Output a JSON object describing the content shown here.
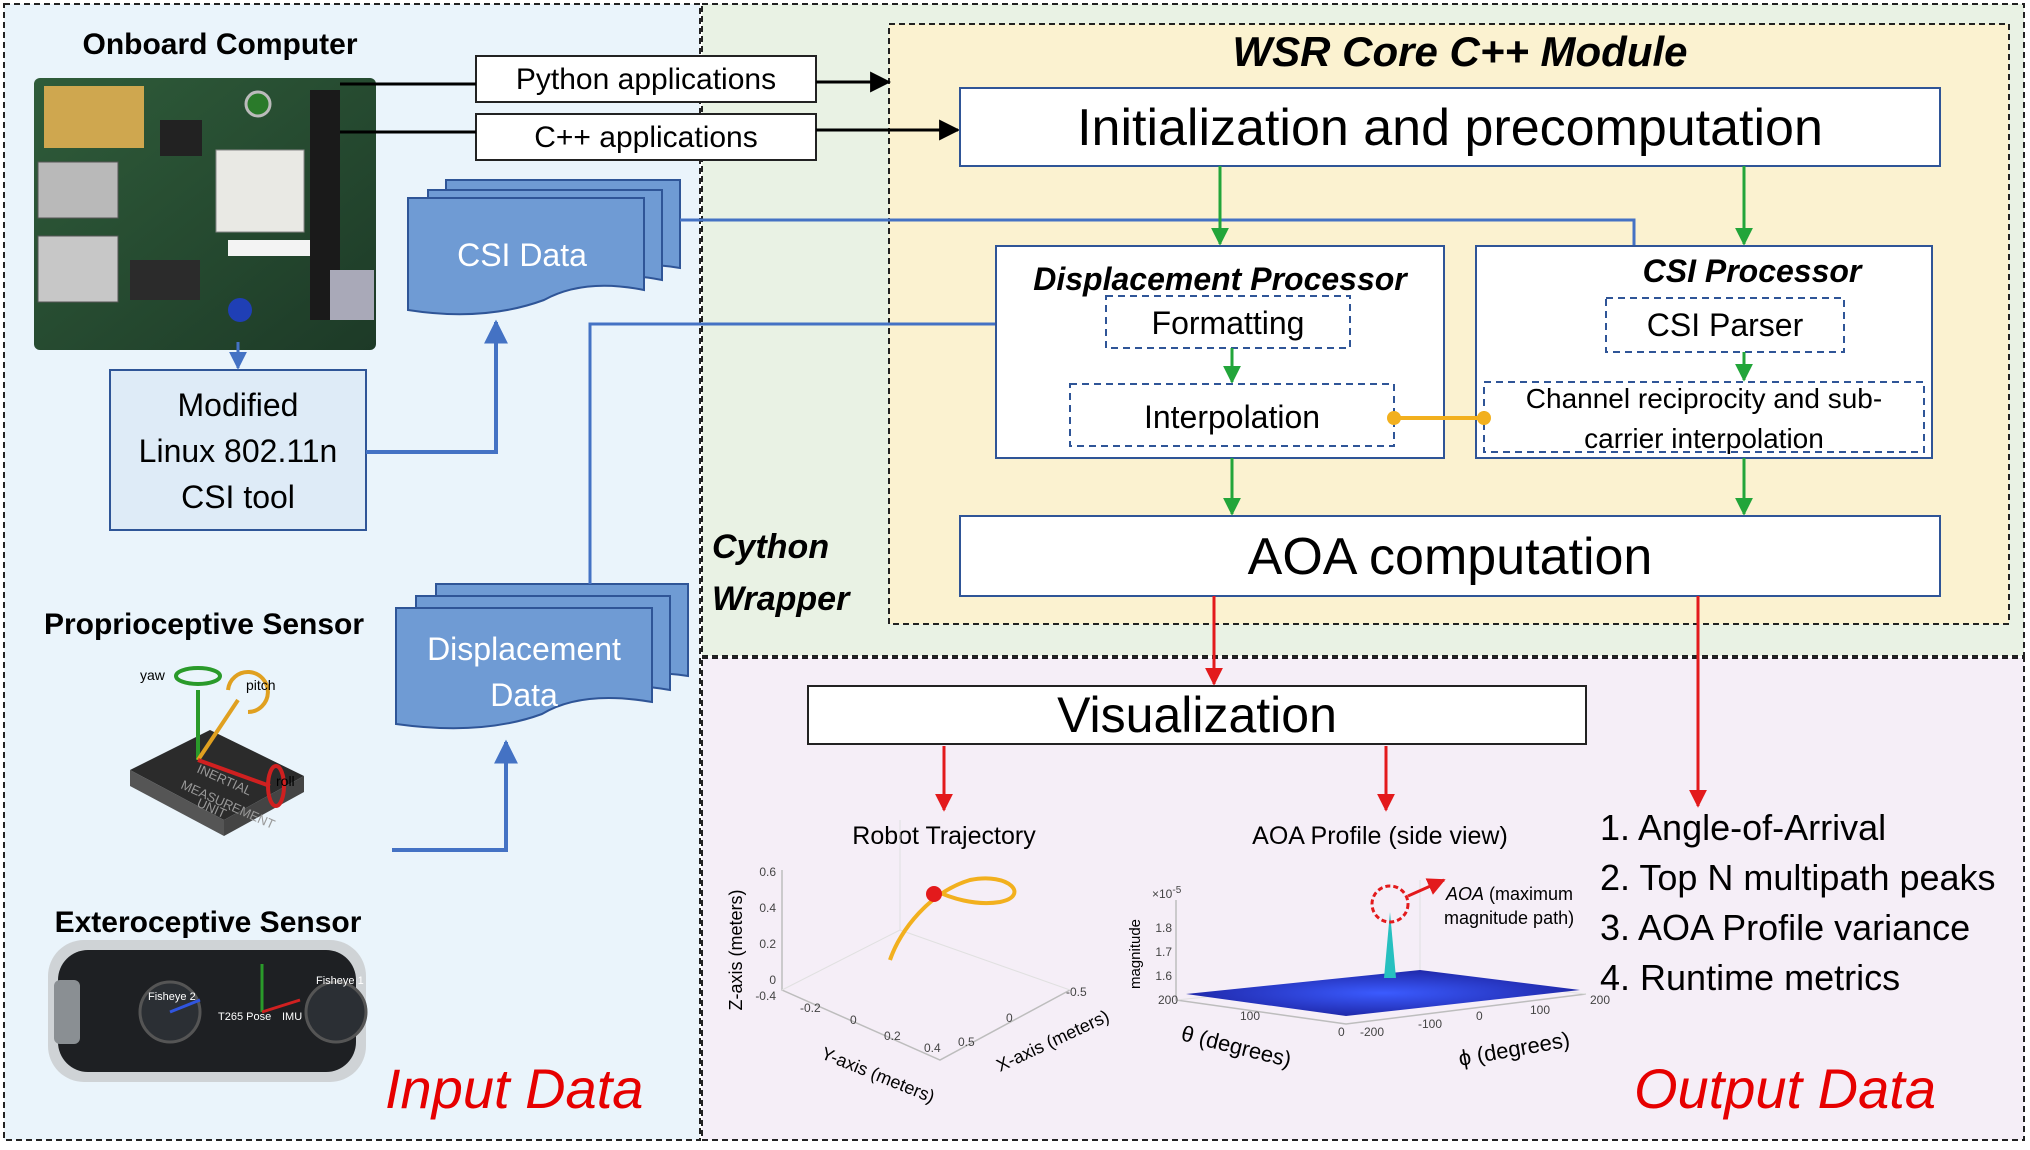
{
  "regions": {
    "input_label": "Input Data",
    "output_label": "Output Data",
    "cython_line1": "Cython",
    "cython_line2": "Wrapper",
    "core_title": "WSR Core C++ Module"
  },
  "input": {
    "onboard_computer": "Onboard Computer",
    "python_apps": "Python applications",
    "cpp_apps": "C++ applications",
    "csi_data": "CSI Data",
    "csi_tool_line1": "Modified",
    "csi_tool_line2": "Linux 802.11n",
    "csi_tool_line3": "CSI tool",
    "proprioceptive": "Proprioceptive Sensor",
    "exteroceptive": "Exteroceptive Sensor",
    "displacement_line1": "Displacement",
    "displacement_line2": "Data",
    "imu_labels": {
      "yaw": "yaw",
      "pitch": "pitch",
      "roll": "roll",
      "chip1": "INERTIAL",
      "chip2": "MEASUREMENT",
      "chip3": "UNIT"
    },
    "cam_labels": {
      "fisheye1": "Fisheye 1",
      "fisheye2": "Fisheye 2",
      "pose": "T265 Pose",
      "imu": "IMU"
    }
  },
  "core": {
    "init": "Initialization and precomputation",
    "disp_proc": "Displacement Processor",
    "formatting": "Formatting",
    "interpolation": "Interpolation",
    "csi_proc": "CSI Processor",
    "csi_parser": "CSI Parser",
    "reciprocity_line1": "Channel reciprocity and sub-",
    "reciprocity_line2": "carrier interpolation",
    "aoa": "AOA computation"
  },
  "output": {
    "visualization": "Visualization",
    "items": [
      "1. Angle-of-Arrival",
      "2. Top N multipath peaks",
      "3. AOA Profile variance",
      "4. Runtime metrics"
    ],
    "traj": {
      "title": "Robot Trajectory",
      "zlabel": "Z-axis (meters)",
      "ylabel": "Y-axis (meters)",
      "xlabel": "X-axis (meters)",
      "zticks": [
        "0.6",
        "0.4",
        "0.2",
        "0",
        "-0.4"
      ],
      "yticks": [
        "-0.2",
        "0",
        "0.2",
        "0.4"
      ],
      "xticks": [
        "0.5",
        "0",
        "-0.5"
      ]
    },
    "aoa_profile": {
      "title": "AOA Profile (side view)",
      "exp": "×10",
      "exp_sup": "-5",
      "magnitude": "magnitude",
      "zticks": [
        "1.8",
        "1.7",
        "1.6"
      ],
      "theta_label": "θ (degrees)",
      "phi_label": "ϕ (degrees)",
      "theta_ticks": [
        "200",
        "100",
        "0"
      ],
      "phi_ticks": [
        "-200",
        "-100",
        "0",
        "100",
        "200"
      ],
      "annot_italic": "AOA",
      "annot_line1_rest": " (maximum",
      "annot_line2": "magnitude path)"
    }
  },
  "colors": {
    "input_bg": "#eaf4fb",
    "cython_bg": "#e9f2e4",
    "core_bg": "#fbf2d0",
    "output_bg": "#f5eef7",
    "blue_arrow": "#4472c4",
    "green_arrow": "#22a53a",
    "red_arrow": "#e31a1c",
    "orange_link": "#f2b01e",
    "doc_fill": "#6f9bd4",
    "tool_fill": "#deebf7",
    "red_label": "#e60000"
  }
}
